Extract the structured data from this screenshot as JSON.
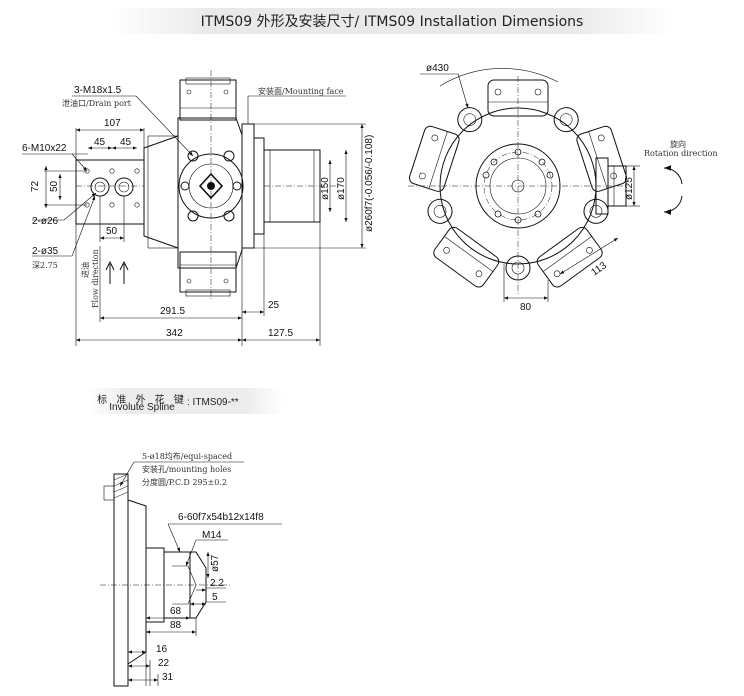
{
  "title": "ITMS09 外形及安装尺寸/ ITMS09 Installation Dimensions",
  "front_view": {
    "drain_port_size": "3-M18x1.5",
    "drain_port_label": "泄油口/Drain port",
    "mounting_face_label": "安装面/Mounting face",
    "dim_107": "107",
    "dim_45a": "45",
    "dim_45b": "45",
    "thread_label": "6-M10x22",
    "dim_72": "72",
    "dim_50_v": "50",
    "hole_26": "2-ø26",
    "dim_50_h": "50",
    "hole_35": "2-ø35",
    "depth_label": "深2.75",
    "flow_direction_label": "Flow direction",
    "oil_inlet_label": "进油",
    "dim_phi150": "ø150",
    "dim_phi170": "ø170",
    "dim_phi260": "ø260f7(-0.056/-0.108)",
    "dim_291_5": "291.5",
    "dim_25": "25",
    "dim_342": "342",
    "dim_127_5": "127.5"
  },
  "side_view": {
    "dim_phi430": "ø430",
    "rotation_zh": "旋向",
    "rotation_en": "Rotation direction",
    "dim_phi125": "ø125",
    "dim_113": "113",
    "dim_80": "80"
  },
  "spline": {
    "label_zh": "标 准 外 花 键",
    "label_en": "Involute Spline",
    "code": ": ITMS09-**",
    "holes_note_1": "5-ø18均布/equi-spaced",
    "holes_note_2": "安装孔/mounting holes",
    "holes_note_3": "分度圆/P.C.D 295±0.2",
    "spline_spec": "6-60f7x54b12x14f8",
    "thread_m14": "M14",
    "dim_phi57": "ø57",
    "dim_2_2": "2.2",
    "dim_5": "5",
    "dim_68": "68",
    "dim_88": "88",
    "dim_16": "16",
    "dim_22": "22",
    "dim_31": "31"
  }
}
